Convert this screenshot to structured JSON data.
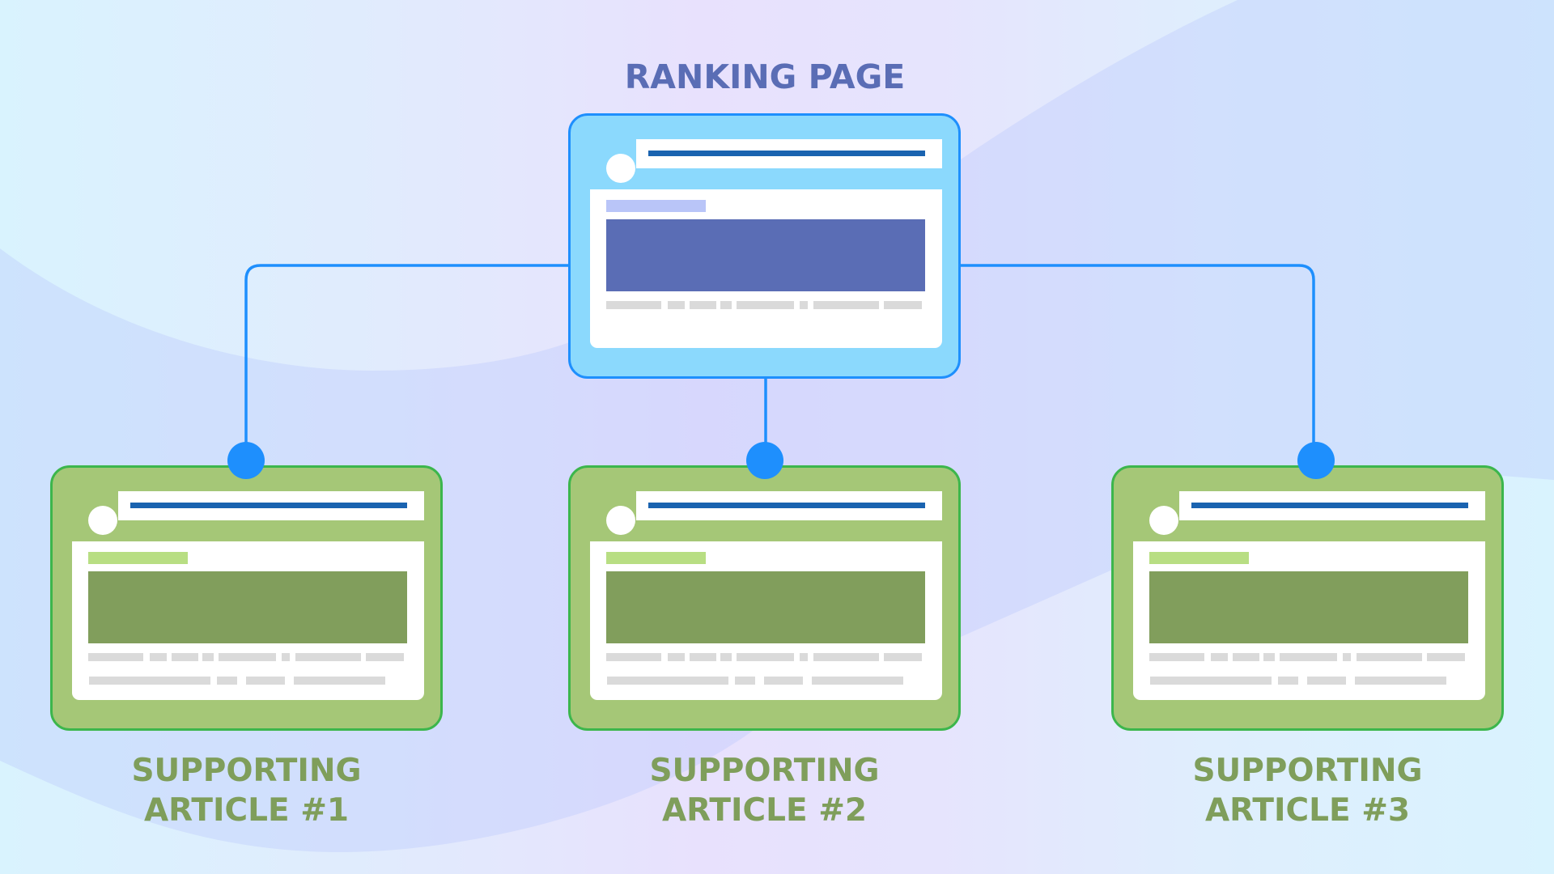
{
  "diagram": {
    "ranking": {
      "title": "RANKING PAGE",
      "colors": {
        "frame": "#8bd9fd",
        "border": "#1e8ffd",
        "label_bar": "#b9c5f8",
        "hero": "#5a6db5",
        "title": "#5a6db5"
      }
    },
    "articles": [
      {
        "title_line1": "SUPPORTING",
        "title_line2": "ARTICLE #1"
      },
      {
        "title_line1": "SUPPORTING",
        "title_line2": "ARTICLE #2"
      },
      {
        "title_line1": "SUPPORTING",
        "title_line2": "ARTICLE #3"
      }
    ],
    "article_colors": {
      "frame": "#a5c777",
      "border": "#3cb64c",
      "label_bar": "#b8de83",
      "hero": "#819e5c",
      "title": "#7f9e5b"
    },
    "connector_color": "#1e8ffd",
    "url_line_color": "#1a63b0",
    "text_placeholder_color": "#dadada",
    "connections": [
      {
        "from": "ranking",
        "to": "article-1"
      },
      {
        "from": "ranking",
        "to": "article-2"
      },
      {
        "from": "ranking",
        "to": "article-3"
      }
    ]
  }
}
